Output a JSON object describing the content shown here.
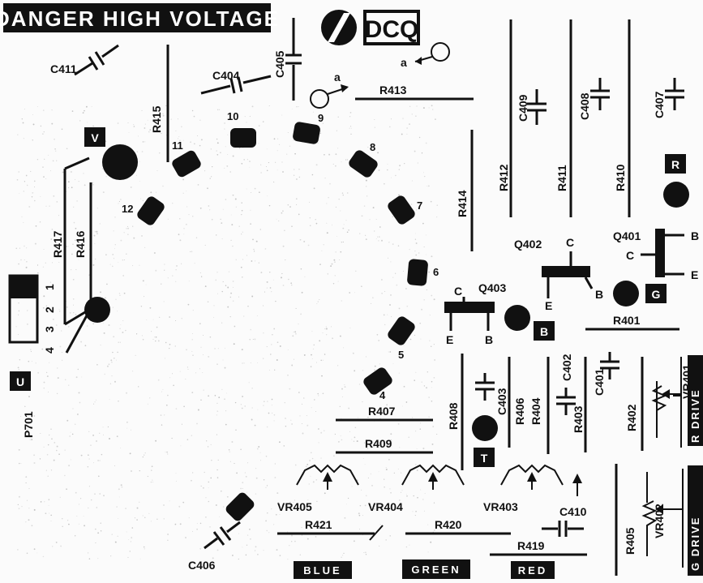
{
  "banner": {
    "warning": "DANGER HIGH VOLTAGE",
    "code": "DCQ"
  },
  "colors": {
    "ink": "#111111",
    "paper": "#fbfbfb",
    "box": "#111111"
  },
  "socket_pins": [
    "4",
    "5",
    "6",
    "7",
    "8",
    "9",
    "10",
    "11",
    "12"
  ],
  "test_points": {
    "v": "V",
    "r": "R",
    "g": "G",
    "b": "B",
    "t": "T",
    "u": "U"
  },
  "transistors": {
    "q401": {
      "name": "Q401",
      "b": "B",
      "c": "C",
      "e": "E"
    },
    "q402": {
      "name": "Q402",
      "c": "C",
      "b": "B",
      "e": "E"
    },
    "q403": {
      "name": "Q403",
      "c": "C",
      "e": "E",
      "b": "B"
    }
  },
  "resistors": {
    "r401": "R401",
    "r402": "R402",
    "r403": "R403",
    "r404": "R404",
    "r405": "R405",
    "r406": "R406",
    "r407": "R407",
    "r408": "R408",
    "r409": "R409",
    "r410": "R410",
    "r411": "R411",
    "r412": "R412",
    "r413": "R413",
    "r414": "R414",
    "r415": "R415",
    "r416": "R416",
    "r417": "R417",
    "r419": "R419",
    "r420": "R420",
    "r421": "R421"
  },
  "capacitors": {
    "c401": "C401",
    "c402": "C402",
    "c403": "C403",
    "c404": "C404",
    "c405": "C405",
    "c406": "C406",
    "c407": "C407",
    "c408": "C408",
    "c409": "C409",
    "c410": "C410",
    "c411": "C411"
  },
  "pots": {
    "vr401": "VR401",
    "vr402": "VR402",
    "vr403": "VR403",
    "vr404": "VR404",
    "vr405": "VR405"
  },
  "connector": {
    "name": "P701",
    "pins": [
      "1",
      "2",
      "3",
      "4"
    ]
  },
  "arrow_labels": {
    "a1": "a",
    "a2": "a"
  },
  "drive_labels": {
    "r": "R DRIVE",
    "g": "G DRIVE"
  },
  "color_tags": {
    "blue": "BLUE",
    "green": "GREEN",
    "red": "RED"
  }
}
